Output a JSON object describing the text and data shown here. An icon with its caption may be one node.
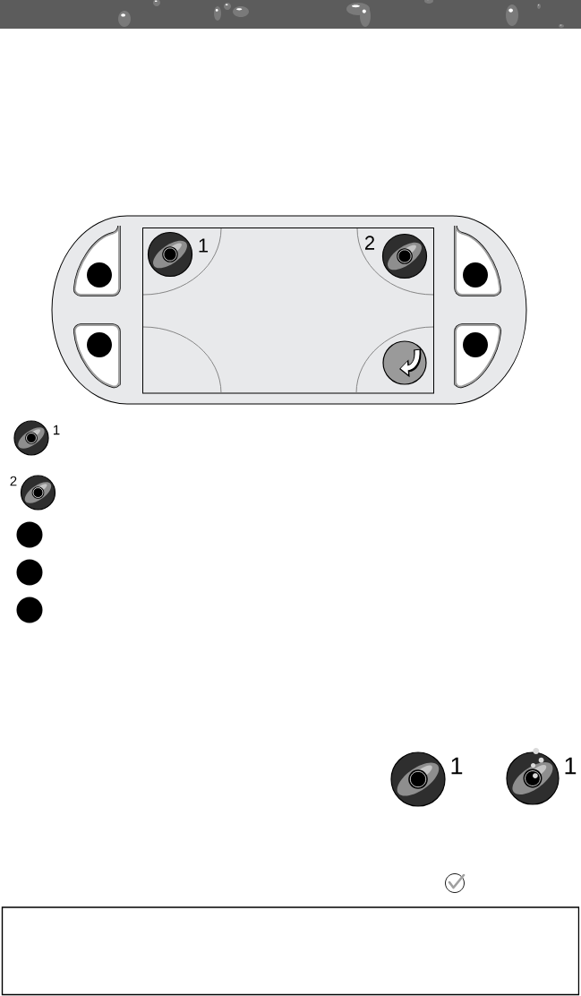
{
  "diagram": {
    "nodes": [
      {
        "text": [],
        "shape": "box"
      }
    ],
    "labels": [
      "1",
      "2",
      "1",
      "2",
      "1",
      "1"
    ]
  }
}
